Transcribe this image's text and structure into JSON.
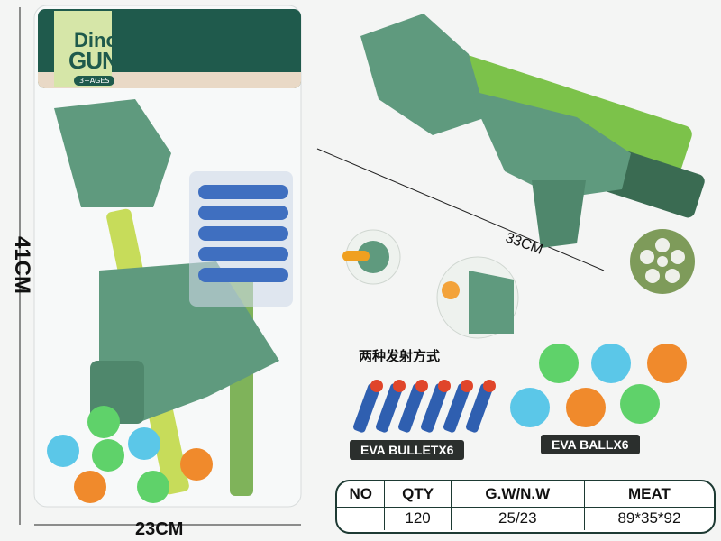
{
  "package": {
    "title_line1": "Dino",
    "title_line2": "GUN",
    "ages": "3+AGES"
  },
  "dimensions": {
    "height": "41CM",
    "width": "23CM",
    "gun_length": "33CM"
  },
  "caption_cn": "两种发射方式",
  "labels": {
    "bullets": "EVA BULLETX6",
    "balls": "EVA BALLX6"
  },
  "spec_table": {
    "headers": [
      "NO",
      "QTY",
      "G.W/N.W",
      "MEAT"
    ],
    "row": [
      "",
      "120",
      "25/23",
      "89*35*92"
    ]
  },
  "colors": {
    "dino_green": "#5f9a7e",
    "accent_lime": "#c7dc5a",
    "header_green": "#1f5a4c",
    "bullet_blue": "#2f5fb0",
    "bullet_tip": "#e0452a",
    "balls": [
      "#5fd26a",
      "#5bc7e8",
      "#f08a2c"
    ]
  }
}
